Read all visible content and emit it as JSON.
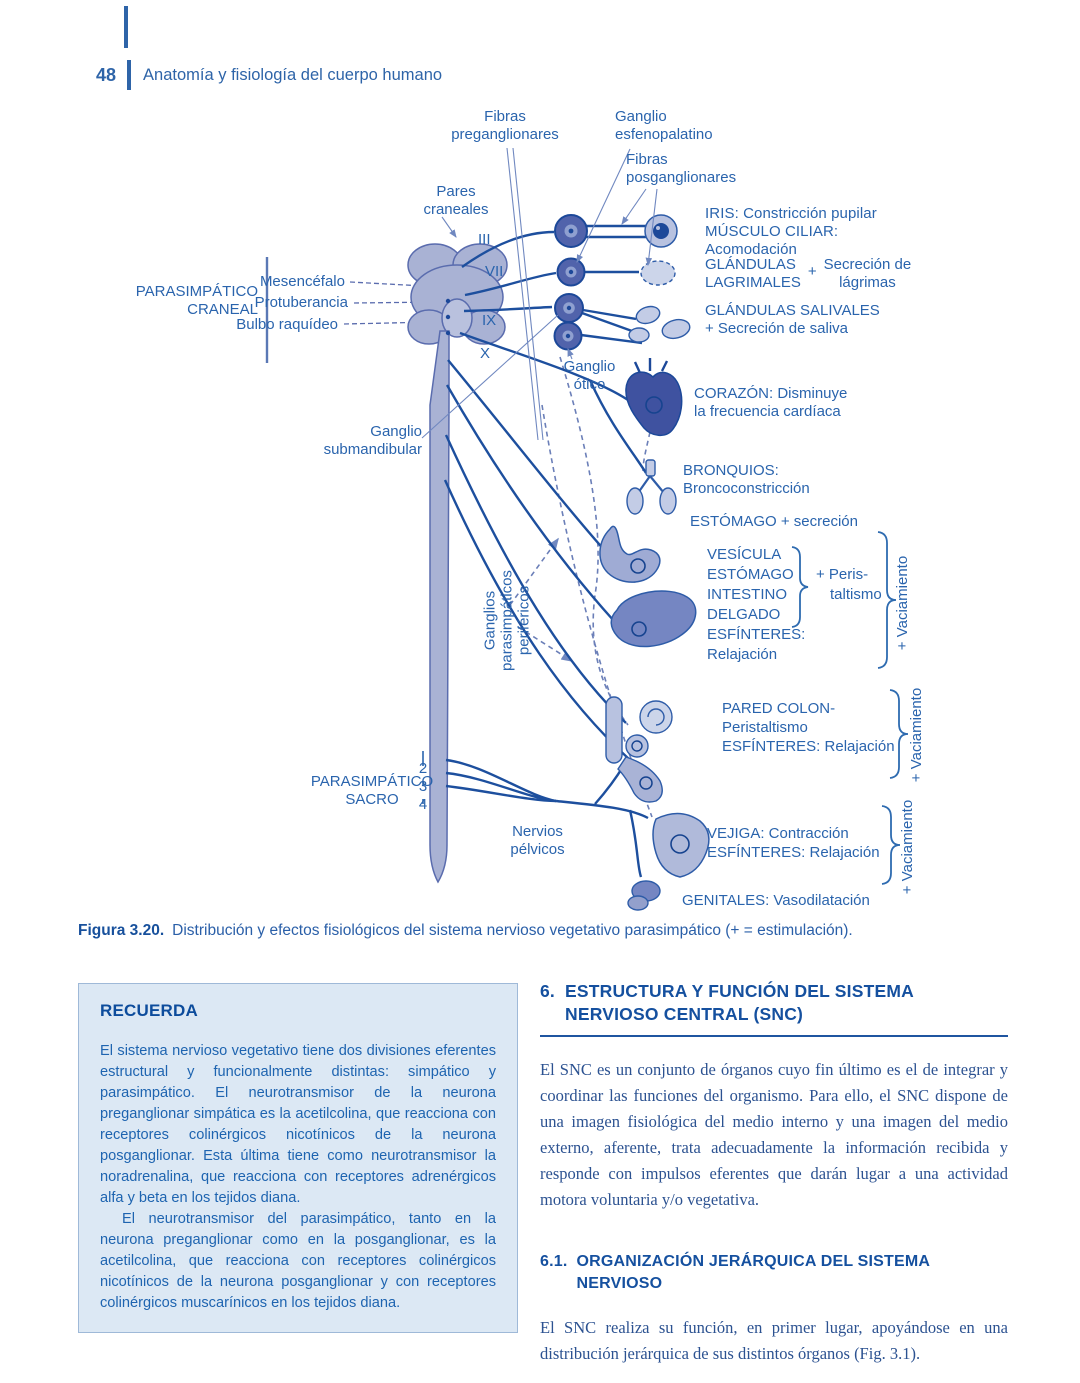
{
  "page": {
    "number": "48",
    "title": "Anatomía y fisiología del cuerpo humano"
  },
  "colors": {
    "text_blue": "#2a64ad",
    "heading_blue": "#15509f",
    "organ_light": "#a9b2d4",
    "organ_dark": "#3f52a0",
    "box_bg": "#dce8f4"
  },
  "figure": {
    "labels": {
      "fibras_preganglionares": [
        "Fibras",
        "preganglionares"
      ],
      "ganglio_esfenopalatino": [
        "Ganglio",
        "esfenopalatino"
      ],
      "fibras_posganglionares": [
        "Fibras",
        "posganglionares"
      ],
      "pares_craneales": [
        "Pares",
        "craneales"
      ],
      "cranial_nerves": [
        "III",
        "VII",
        "IX",
        "X"
      ],
      "parasimpatico_craneal": [
        "PARASIMPÁTICO",
        "CRANEAL"
      ],
      "brainstem": [
        "Mesencéfalo",
        "Protuberancia",
        "Bulbo raquídeo"
      ],
      "ganglio_otico": [
        "Ganglio",
        "ótico"
      ],
      "ganglio_submandibular": [
        "Ganglio",
        "submandibular"
      ],
      "ganglios_perifericos": [
        "Ganglios",
        "parasimpáticos",
        "periféricos"
      ],
      "parasimpatico_sacro": [
        "PARASIMPÁTICO",
        "SACRO"
      ],
      "sacral_segments": [
        "2",
        "3",
        "4"
      ],
      "nervios_pelvicos": [
        "Nervios",
        "pélvicos"
      ],
      "iris": [
        "IRIS: Constricción pupilar",
        "MÚSCULO CILIAR:",
        "Acomodación"
      ],
      "lagrimales_organ": [
        "GLÁNDULAS",
        "LAGRIMALES"
      ],
      "lagrimales_plus": "+",
      "lagrimales_efecto": [
        "Secreción de",
        "lágrimas"
      ],
      "salivales": [
        "GLÁNDULAS SALIVALES",
        "+ Secreción de saliva"
      ],
      "corazon": [
        "CORAZÓN: Disminuye",
        "la frecuencia cardíaca"
      ],
      "bronquios": [
        "BRONQUIOS:",
        "Broncoconstricción"
      ],
      "estomago": "ESTÓMAGO + secreción",
      "vesicula_grupo": [
        "VESÍCULA",
        "ESTÓMAGO",
        "INTESTINO",
        "DELGADO",
        "ESFÍNTERES:",
        "Relajación"
      ],
      "peristaltismo": [
        "+ Peris-",
        "taltismo"
      ],
      "pared_colon": [
        "PARED COLON-",
        "Peristaltismo",
        "ESFÍNTERES: Relajación"
      ],
      "vejiga": [
        "VEJIGA: Contracción",
        "ESFÍNTERES: Relajación"
      ],
      "genitales": "GENITALES: Vasodilatación",
      "vaciamiento": "+ Vaciamiento"
    },
    "caption": {
      "tag": "Figura 3.20.",
      "text": "Distribución y efectos fisiológicos del sistema nervioso vegetativo parasimpático (+ = estimulación)."
    }
  },
  "recuerda": {
    "title": "RECUERDA",
    "p1": "El sistema nervioso vegetativo tiene dos divisiones eferentes estructural y funcionalmente distintas: simpático y parasimpático. El neurotransmisor de la neurona preganglionar simpática es la acetilcolina, que reacciona con receptores colinérgicos nicotínicos de la neurona posganglionar. Esta última tiene como neurotransmisor la noradrenalina, que reacciona con receptores adrenérgicos alfa y beta en los tejidos diana.",
    "p2": "El neurotransmisor del parasimpático, tanto en la neurona preganglionar como en la posganglionar, es la acetilcolina, que reacciona con receptores colinérgicos nicotínicos de la neurona posganglionar y con receptores colinérgicos muscarínicos en los tejidos diana."
  },
  "section6": {
    "number": "6.",
    "heading": "ESTRUCTURA Y FUNCIÓN DEL SISTEMA NERVIOSO CENTRAL (SNC)",
    "p1": "El SNC es un conjunto de órganos cuyo fin último es el de integrar y coordinar las funciones del organismo. Para ello, el SNC dispone de una imagen fisiológica del medio interno y una imagen del medio externo, aferente, trata adecuadamente la información recibida y responde con impulsos eferentes que darán lugar a una actividad motora voluntaria y/o vegetativa.",
    "sub_number": "6.1.",
    "sub_heading": "ORGANIZACIÓN JERÁRQUICA DEL SISTEMA NERVIOSO",
    "p2": "El SNC realiza su función, en primer lugar, apoyándose en una distribución jerárquica de sus distintos órganos (Fig. 3.1)."
  }
}
